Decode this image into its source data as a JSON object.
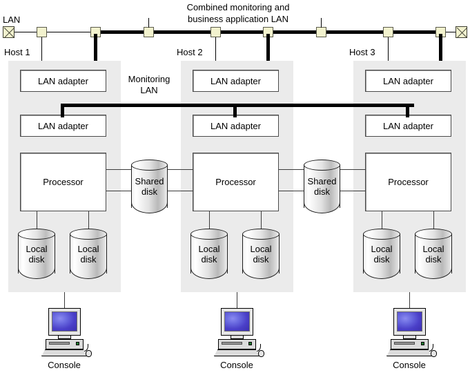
{
  "diagram": {
    "title": "Combined monitoring and\nbusiness application LAN",
    "title_line1": "Combined monitoring and",
    "title_line2": "business application LAN",
    "lan_label": "LAN",
    "monitoring_lan_label_line1": "Monitoring",
    "monitoring_lan_label_line2": "LAN",
    "colors": {
      "backbone": "#000000",
      "tap_fill": "#f2f2ce",
      "tap_border": "#5a5a4a",
      "host_fill": "#ebebeb",
      "unit_fill": "#ffffff",
      "unit_border": "#4a4a4a",
      "screen_blue": "#4a3fc8",
      "led_green": "#1f7a2e"
    }
  },
  "hosts": [
    {
      "label": "Host 1",
      "adapter_top": "LAN adapter",
      "adapter_bottom": "LAN adapter",
      "processor": "Processor",
      "local_disks": [
        "Local\ndisk",
        "Local\ndisk"
      ],
      "local_disk_line1": "Local",
      "local_disk_line2": "disk",
      "console": "Console"
    },
    {
      "label": "Host 2",
      "adapter_top": "LAN adapter",
      "adapter_bottom": "LAN adapter",
      "processor": "Processor",
      "local_disks": [
        "Local\ndisk",
        "Local\ndisk"
      ],
      "local_disk_line1": "Local",
      "local_disk_line2": "disk",
      "console": "Console"
    },
    {
      "label": "Host 3",
      "adapter_top": "LAN adapter",
      "adapter_bottom": "LAN adapter",
      "processor": "Processor",
      "local_disks": [
        "Local\ndisk",
        "Local\ndisk"
      ],
      "local_disk_line1": "Local",
      "local_disk_line2": "disk",
      "console": "Console"
    }
  ],
  "shared_disks": [
    {
      "line1": "Shared",
      "line2": "disk"
    },
    {
      "line1": "Shared",
      "line2": "disk"
    }
  ]
}
